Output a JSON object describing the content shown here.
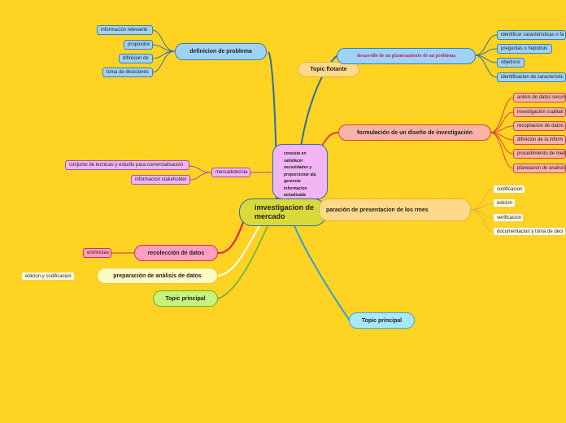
{
  "central": "imvestigacion de mercado",
  "center_note": "consiste en satisfacer necesidades y proporcionar ala gerencia informacion actualizada",
  "topics": {
    "definicion": "definicion de problema",
    "floating": "Topic flotante",
    "desarrollo": "desarrollo de un planteamiento de un problema",
    "formulacion": "formulación de un diseño de investigación",
    "presentacion": "paración de presentacion de los rmes",
    "recoleccion": "recolección de datos",
    "preparacion": "preparación de análisis de datos",
    "principal_left": "Topic principal",
    "principal_right": "Topic principal",
    "mercadotecnia": "mercadotecnia"
  },
  "definicion_leaves": [
    "información relevante",
    "propositos",
    "difinicion de",
    "toma de desiciones"
  ],
  "mercadotecnia_leaves": [
    "conjunto de tecnicas y estudio para comercialisacion",
    "informacion stakeholder"
  ],
  "desarrollo_leaves": [
    "identificar caracteristicas o fa",
    "preguntas o hepotisis",
    "objetivos",
    "identificacion de caracteristic"
  ],
  "formulacion_leaves": [
    "anlisis de datos secun",
    "investigación cualitati",
    "recopilacion de datos",
    "difinicion de la inform",
    "procedimiento de med",
    "planeacion de analisis"
  ],
  "presentacion_leaves": [
    "codificacion",
    "edicion",
    "verificacion",
    "documentacion y toma de deci"
  ],
  "recoleccion_leaves": [
    "entrivistas"
  ],
  "preparacion_leaves": [
    "edicion y codificacion"
  ],
  "colors": {
    "background": "#ffd21f",
    "blue": "#9fd3f5",
    "red": "#f7b3a8",
    "purple": "#f0b5f2",
    "pink": "#ff9fc0",
    "green": "#c7f27b"
  }
}
